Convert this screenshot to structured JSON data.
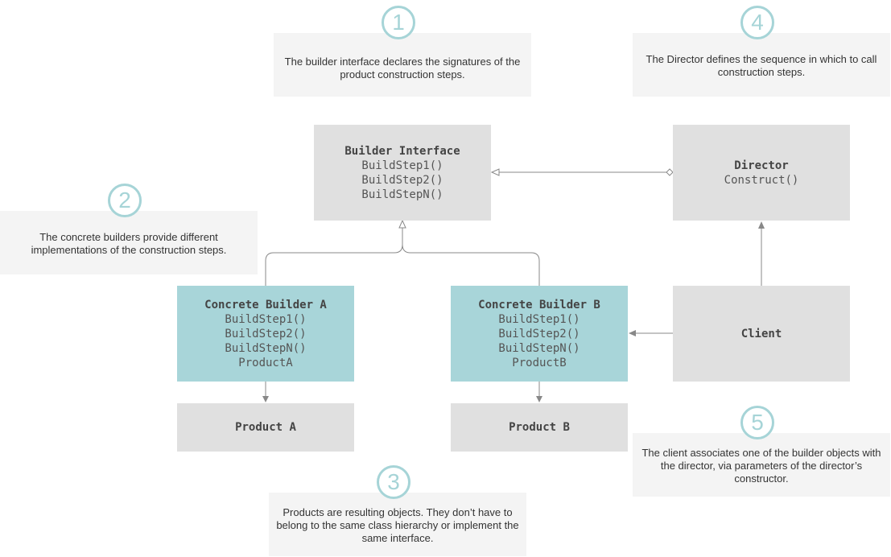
{
  "boxes": {
    "builder_interface": {
      "title": "Builder Interface",
      "lines": [
        "BuildStep1()",
        "BuildStep2()",
        "BuildStepN()"
      ]
    },
    "director": {
      "title": "Director",
      "lines": [
        "Construct()"
      ]
    },
    "concrete_builder_a": {
      "title": "Concrete Builder A",
      "lines": [
        "BuildStep1()",
        "BuildStep2()",
        "BuildStepN()",
        "ProductA"
      ]
    },
    "concrete_builder_b": {
      "title": "Concrete Builder B",
      "lines": [
        "BuildStep1()",
        "BuildStep2()",
        "BuildStepN()",
        "ProductB"
      ]
    },
    "client": {
      "title": "Client"
    },
    "product_a": {
      "title": "Product A"
    },
    "product_b": {
      "title": "Product B"
    }
  },
  "notes": [
    {
      "number": "1",
      "text": "The builder interface declares the signatures of the product construction steps."
    },
    {
      "number": "2",
      "text": "The concrete builders provide different implementations of the construction steps."
    },
    {
      "number": "3",
      "text": "Products are resulting objects. They don’t have to belong to the same class hierarchy or implement the same interface."
    },
    {
      "number": "4",
      "text": "The Director defines the sequence in which to call construction steps."
    },
    {
      "number": "5",
      "text": "The client associates one of the builder objects with the director, via parameters of the director’s constructor."
    }
  ],
  "colors": {
    "box_gray": "#e0e0e0",
    "box_teal": "#a8d5d9",
    "note_bg": "#f4f4f4",
    "badge": "#a6d4d7",
    "connector": "#888888"
  }
}
